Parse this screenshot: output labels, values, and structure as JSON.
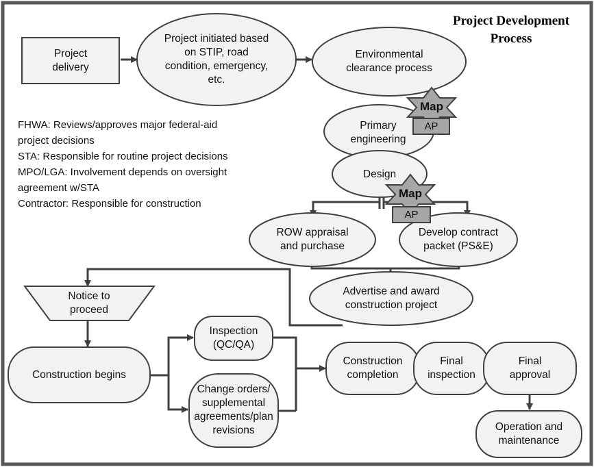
{
  "title": {
    "line1": "Project Development",
    "line2": "Process"
  },
  "nodes": {
    "project_delivery": "Project\ndelivery",
    "project_initiated": "Project initiated based\non STIP, road\ncondition, emergency,\netc.",
    "environmental": "Environmental\nclearance process",
    "primary_engineering": "Primary\nengineering",
    "design": "Design",
    "row_appraisal": "ROW appraisal\nand purchase",
    "develop_contract": "Develop contract\npacket (PS&E)",
    "advertise_award": "Advertise and award\nconstruction project",
    "notice_to_proceed": "Notice to\nproceed",
    "construction_begins": "Construction begins",
    "inspection": "Inspection\n(QC/QA)",
    "change_orders": "Change orders/\nsupplemental\nagreements/plan\nrevisions",
    "construction_completion": "Construction\ncompletion",
    "final_inspection": "Final\ninspection",
    "final_approval": "Final\napproval",
    "operation_maintenance": "Operation and\nmaintenance"
  },
  "badges": {
    "map1": "Map",
    "ap1": "AP",
    "map2": "Map",
    "ap2": "AP"
  },
  "notes": [
    "FHWA: Reviews/approves major federal-aid",
    "project decisions",
    "STA: Responsible for routine project decisions",
    "MPO/LGA: Involvement depends on oversight",
    "agreement w/STA",
    "Contractor: Responsible for construction"
  ],
  "colors": {
    "shape_fill": "#f2f2f2",
    "stroke": "#404040",
    "badge_fill": "#a6a6a6",
    "frame": "#595959"
  }
}
